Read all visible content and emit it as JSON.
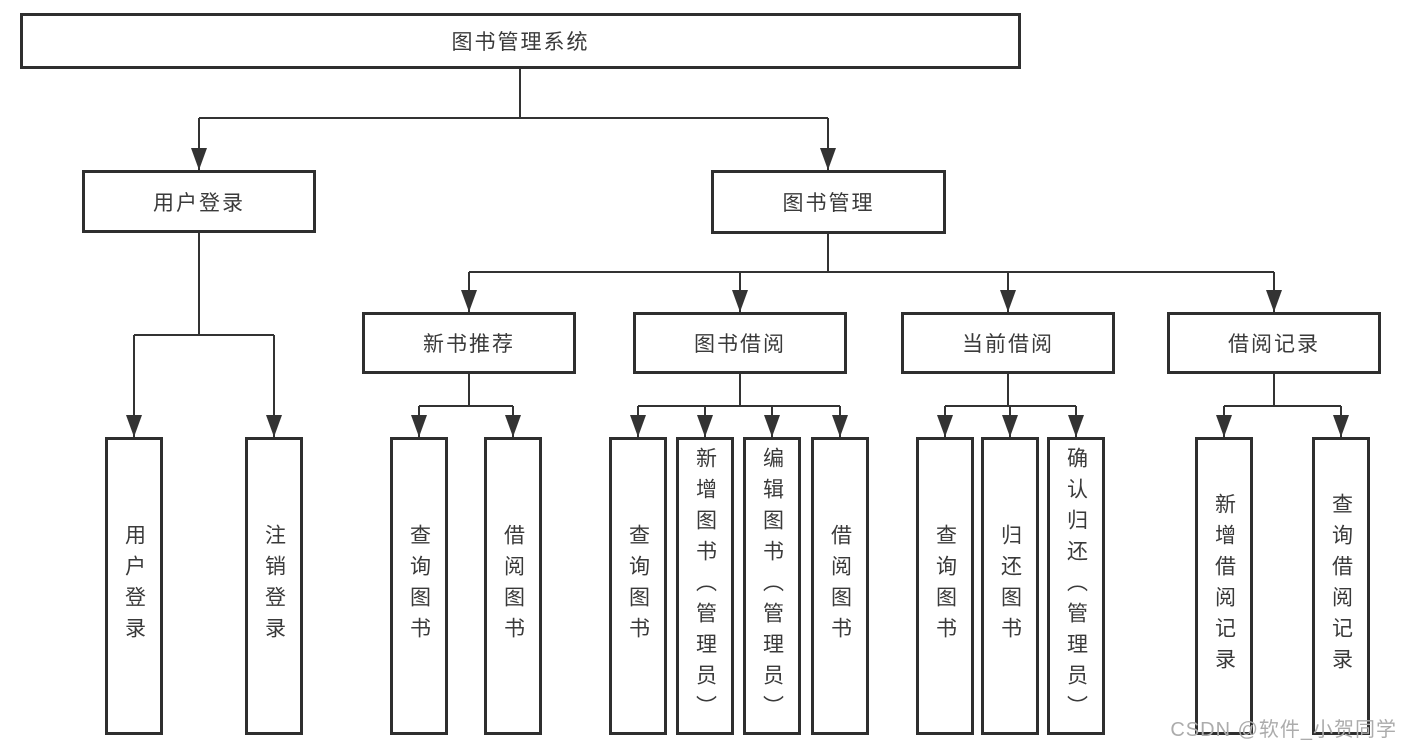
{
  "nodes": {
    "root": {
      "label": "图书管理系统"
    },
    "branches": [
      {
        "label": "用户登录"
      },
      {
        "label": "图书管理"
      }
    ],
    "modules": [
      {
        "label": "新书推荐"
      },
      {
        "label": "图书借阅"
      },
      {
        "label": "当前借阅"
      },
      {
        "label": "借阅记录"
      }
    ],
    "leaves": [
      {
        "label": "用户登录"
      },
      {
        "label": "注销登录"
      },
      {
        "label": "查询图书"
      },
      {
        "label": "借阅图书"
      },
      {
        "label": "查询图书"
      },
      {
        "label": "新增图书（管理员）"
      },
      {
        "label": "编辑图书（管理员）"
      },
      {
        "label": "借阅图书"
      },
      {
        "label": "查询图书"
      },
      {
        "label": "归还图书"
      },
      {
        "label": "确认归还（管理员）"
      },
      {
        "label": "新增借阅记录"
      },
      {
        "label": "查询借阅记录"
      }
    ]
  },
  "watermark": {
    "text": "CSDN @软件_小贺同学"
  },
  "colors": {
    "line": "#333333",
    "border": "#2f2f2f",
    "text": "#3a3a3a",
    "watermark": "#acacac",
    "background": "#ffffff"
  }
}
